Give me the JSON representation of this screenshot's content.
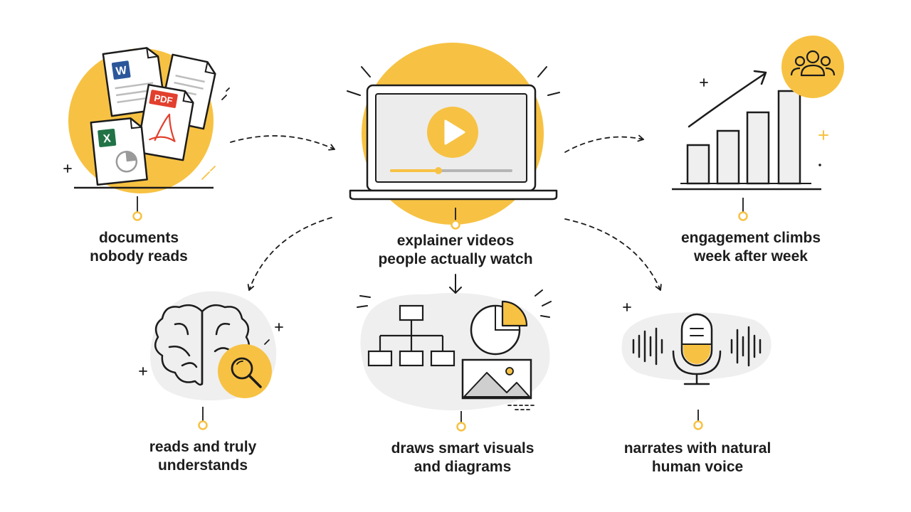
{
  "colors": {
    "accent": "#f7c243",
    "ink": "#1c1c1c",
    "soft_gray": "#efefef",
    "word_blue": "#2b579a",
    "excel_green": "#217346",
    "pdf_red": "#e2402e"
  },
  "icons": {
    "word_badge": "W",
    "excel_badge": "X",
    "pdf_badge": "PDF"
  },
  "nodes": [
    {
      "id": "documents",
      "icon": "documents-stack-icon",
      "lines": [
        "documents",
        "nobody reads"
      ]
    },
    {
      "id": "video",
      "icon": "laptop-video-icon",
      "lines": [
        "explainer videos",
        "people actually watch"
      ]
    },
    {
      "id": "engagement",
      "icon": "growth-bar-chart-icon",
      "lines": [
        "engagement climbs",
        "week after week"
      ]
    },
    {
      "id": "reads",
      "icon": "brain-magnifier-icon",
      "lines": [
        "reads and truly",
        "understands"
      ]
    },
    {
      "id": "draws",
      "icon": "visuals-diagrams-icon",
      "lines": [
        "draws smart visuals",
        "and diagrams"
      ]
    },
    {
      "id": "narrates",
      "icon": "microphone-voice-icon",
      "lines": [
        "narrates with natural",
        "human voice"
      ]
    }
  ]
}
